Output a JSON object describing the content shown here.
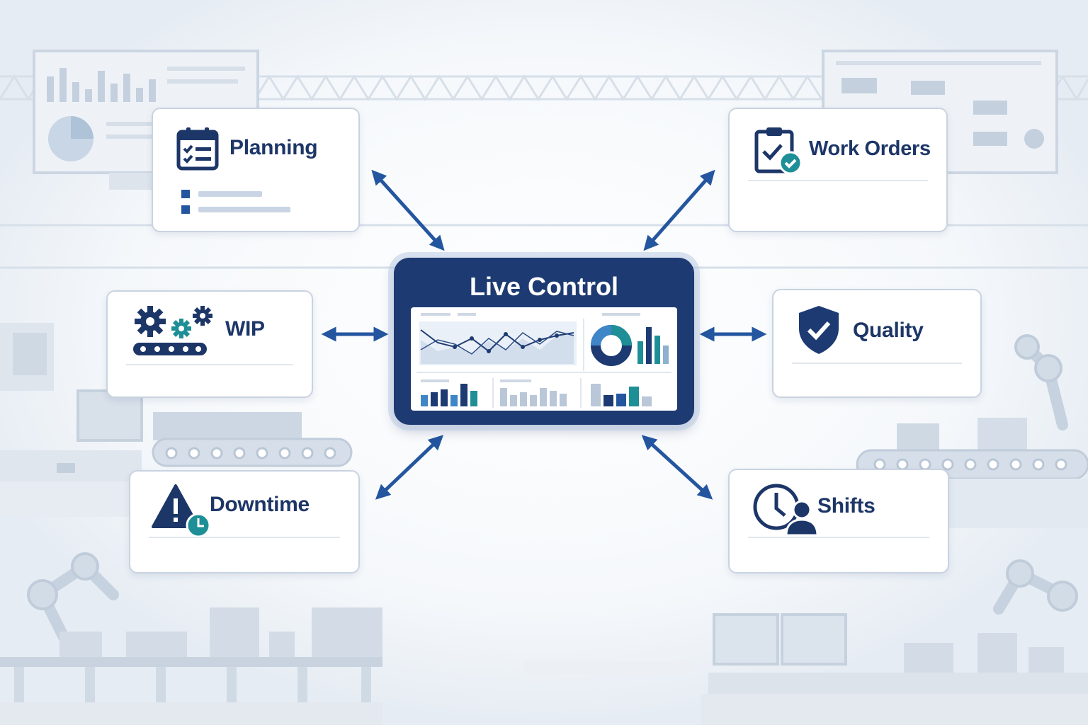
{
  "hub": {
    "title": "Live Control"
  },
  "modules": {
    "planning": {
      "label": "Planning",
      "icon": "calendar-checklist-icon"
    },
    "work_orders": {
      "label": "Work Orders",
      "icon": "clipboard-check-icon"
    },
    "wip": {
      "label": "WIP",
      "icon": "gears-conveyor-icon"
    },
    "quality": {
      "label": "Quality",
      "icon": "shield-check-icon"
    },
    "downtime": {
      "label": "Downtime",
      "icon": "warning-clock-icon"
    },
    "shifts": {
      "label": "Shifts",
      "icon": "clock-person-icon"
    }
  },
  "colors": {
    "navy": "#1d3b72",
    "text": "#1d3668",
    "arrow": "#2456a0",
    "teal": "#1e8f96",
    "card_border": "#c9d3e0",
    "background": "#f3f6fa"
  }
}
